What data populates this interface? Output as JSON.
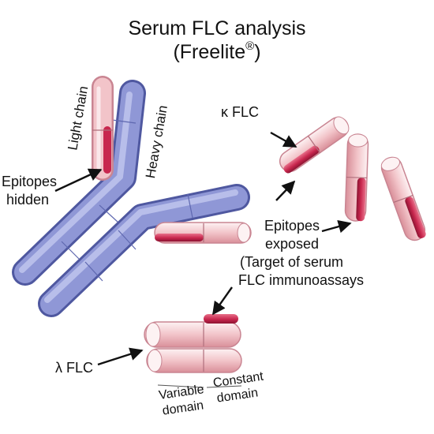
{
  "title": {
    "line1": "Serum FLC analysis",
    "line2": "(Freelite",
    "line2_mark": "®",
    "line2_end": ")"
  },
  "labels": {
    "light_chain": "Light chain",
    "heavy_chain": "Heavy chain",
    "epitopes_hidden_1": "Epitopes",
    "epitopes_hidden_2": "hidden",
    "kappa_flc": "κ FLC",
    "epitopes_exposed_1": "Epitopes",
    "epitopes_exposed_2": "exposed",
    "target_1": "(Target of serum",
    "target_2": "FLC immunoassays",
    "lambda_flc": "λ FLC",
    "variable_domain_1": "Variable",
    "variable_domain_2": "domain",
    "constant_domain_1": "Constant",
    "constant_domain_2": "domain"
  },
  "colors": {
    "heavy_chain": "#8f97d6",
    "light_chain": "#f2c4c9",
    "epitope": "#c8274e",
    "arrow": "#111111"
  }
}
